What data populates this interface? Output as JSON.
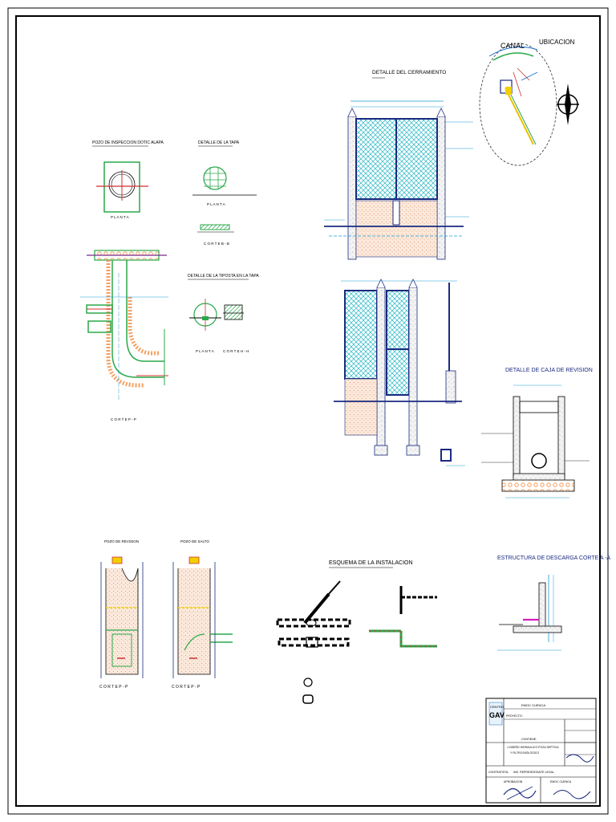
{
  "sheet": {
    "titles": {
      "detalle_cerramiento": "DETALLE DEL CERRAMIENTO",
      "ubicacion": "UBICACION",
      "pozo_inspeccion": "POZO DE INSPECCION DOTIC ALAPA",
      "detalle_tapa": "DETALLE DE LA TAPA",
      "planta": "P L A N T A",
      "corte_bb": "C O R T E  B - B",
      "detalle_tiposta": "DETALLE DE LA TIPOSTA EN LA TAPA",
      "planta_small": "P L A N T A",
      "corte_hh": "C O R T E  H - H",
      "corte_pp": "C O R T E  P - P",
      "caja_revision": "DETALLE DE CAJA DE REVISION",
      "estructura_descarga": "ESTRUCTURA DE DESCARGA CORTE A -A",
      "pozo_revision": "POZO DE REVISION",
      "pozo_salto": "POZO DE SALTO",
      "esquema_instalacion": "ESQUEMA DE LA INSTALACION",
      "canal": "CANAL"
    },
    "title_block": {
      "company_line1": "CENTRO",
      "company_line2": "GAV",
      "header": "EMOC CUENCA",
      "proyecto_label": "PROYECTO:",
      "contiene_label": "CONTIENE:",
      "contiene_1": "• DISEÑO HIDRAULICO POZA SEPTICA",
      "contiene_2": "Y FILTRO BIOLOGICO",
      "contratista_label": "CONTRATISTA:",
      "contratista_value": "ING. REPRESENTANTE LEGAL",
      "footer_left": "APROBACION",
      "footer_right": "EMOC CUENCA"
    }
  }
}
